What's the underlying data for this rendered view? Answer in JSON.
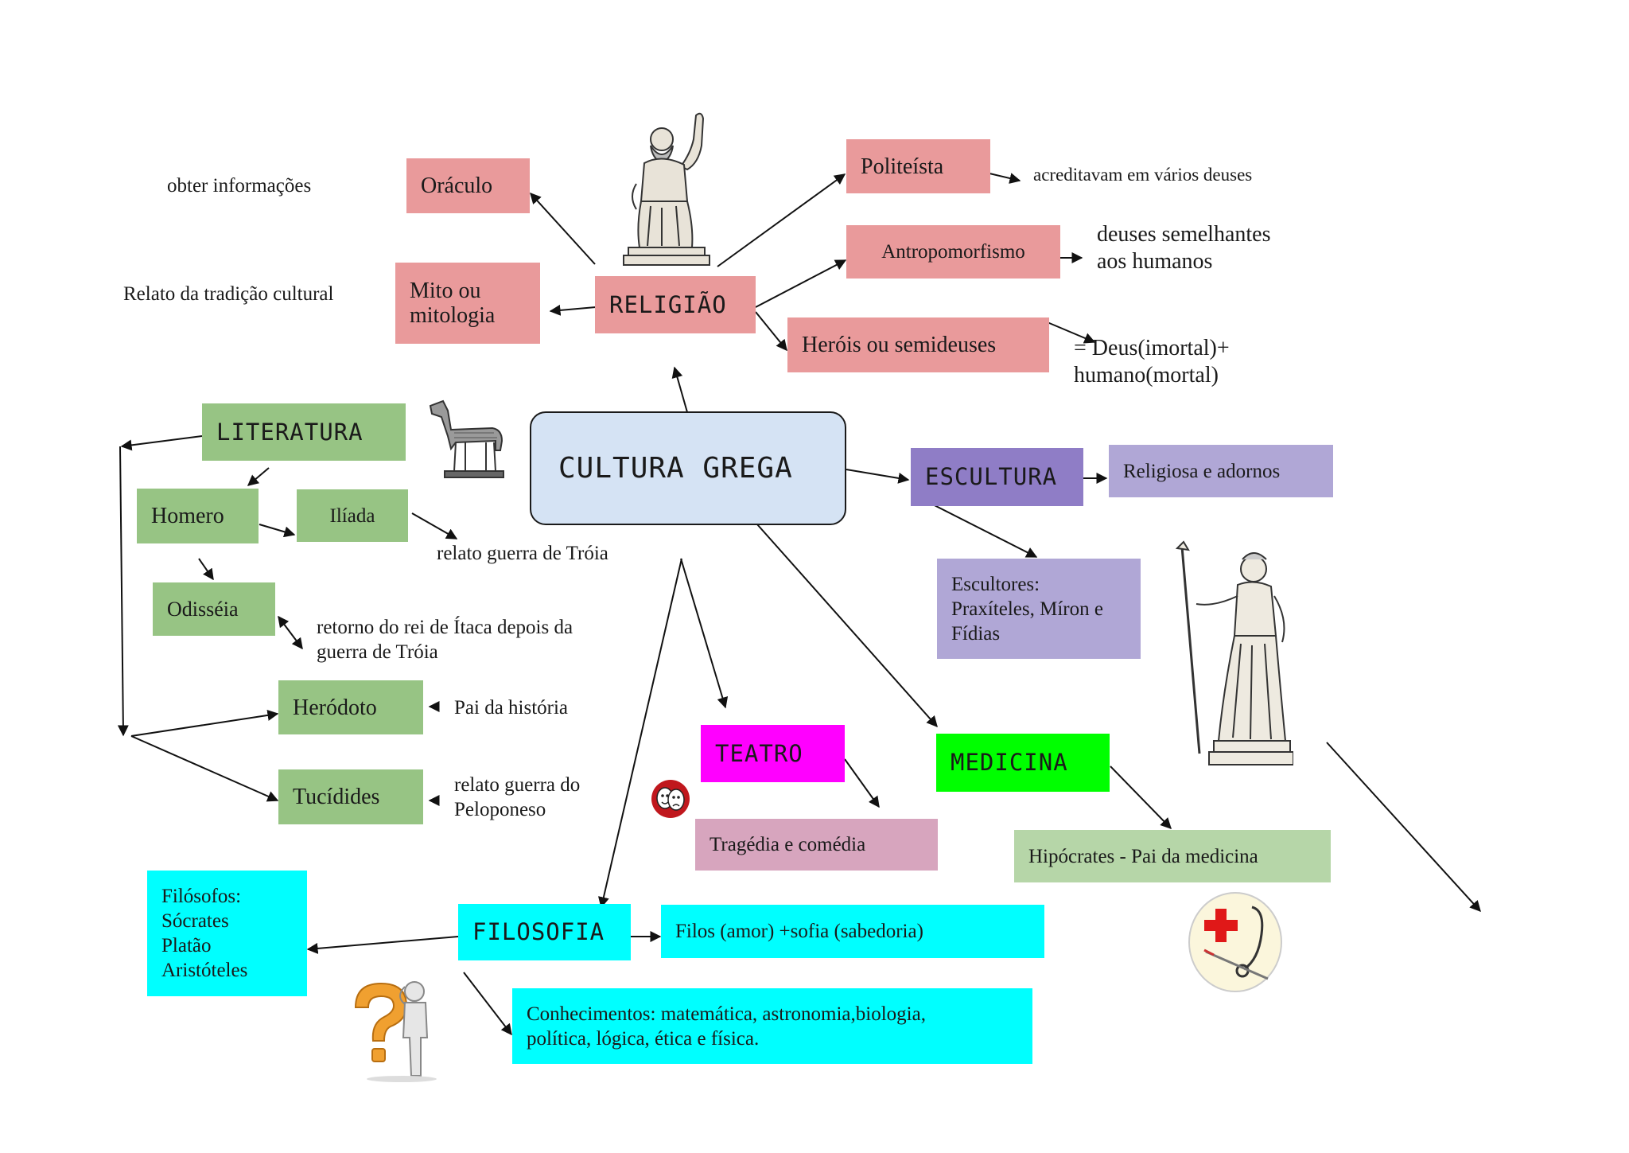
{
  "diagram": {
    "center": "CULTURA GREGA",
    "religion": {
      "title": "RELIGIÃO",
      "oracle": "Oráculo",
      "oracle_note": "obter informações",
      "myth": "Mito ou\nmitologia",
      "myth_note": "Relato da tradição cultural",
      "polytheist": "Politeísta",
      "polytheist_note": "acreditavam em vários deuses",
      "anthropomorphism": "Antropomorfismo",
      "anthropomorphism_note": "deuses semelhantes\naos humanos",
      "heroes": "Heróis ou semideuses",
      "heroes_note": "= Deus(imortal)+\nhumano(mortal)"
    },
    "literature": {
      "title": "LITERATURA",
      "homer": "Homero",
      "iliad": "Ilíada",
      "iliad_note": "relato guerra de Tróia",
      "odyssey": "Odisséia",
      "odyssey_note": "retorno do rei de Ítaca depois da\nguerra de Tróia",
      "herodotus": "Heródoto",
      "herodotus_note": "Pai da história",
      "thucydides": "Tucídides",
      "thucydides_note": "relato guerra do\nPeloponeso"
    },
    "sculpture": {
      "title": "ESCULTURA",
      "note": "Religiosa e adornos",
      "sculptors": "Escultores:\nPraxíteles, Míron e\nFídias"
    },
    "theatre": {
      "title": "TEATRO",
      "genres": "Tragédia e comédia"
    },
    "medicine": {
      "title": "MEDICINA",
      "note": "Hipócrates - Pai da medicina"
    },
    "philosophy": {
      "title": "FILOSOFIA",
      "philosophers": "Filósofos:\nSócrates\nPlatão\nAristóteles",
      "etymology": "Filos (amor) +sofia (sabedoria)",
      "knowledge": "Conhecimentos: matemática, astronomia,biologia,\npolítica, lógica, ética e física."
    }
  },
  "images": [
    "zeus-statue",
    "trojan-horse",
    "athena-statue",
    "theatre-masks",
    "question-figure",
    "medical-symbol"
  ],
  "colors": {
    "religion": "#e99a9b",
    "literature": "#97c484",
    "sculpture": "#8f7dc6",
    "sculpture_light": "#b0a7d6",
    "theatre": "#ff00ff",
    "theatre_light": "#d7a5be",
    "medicine": "#00ff00",
    "medicine_light": "#b6d6a8",
    "philosophy": "#00ffff",
    "center": "#d5e3f4"
  }
}
